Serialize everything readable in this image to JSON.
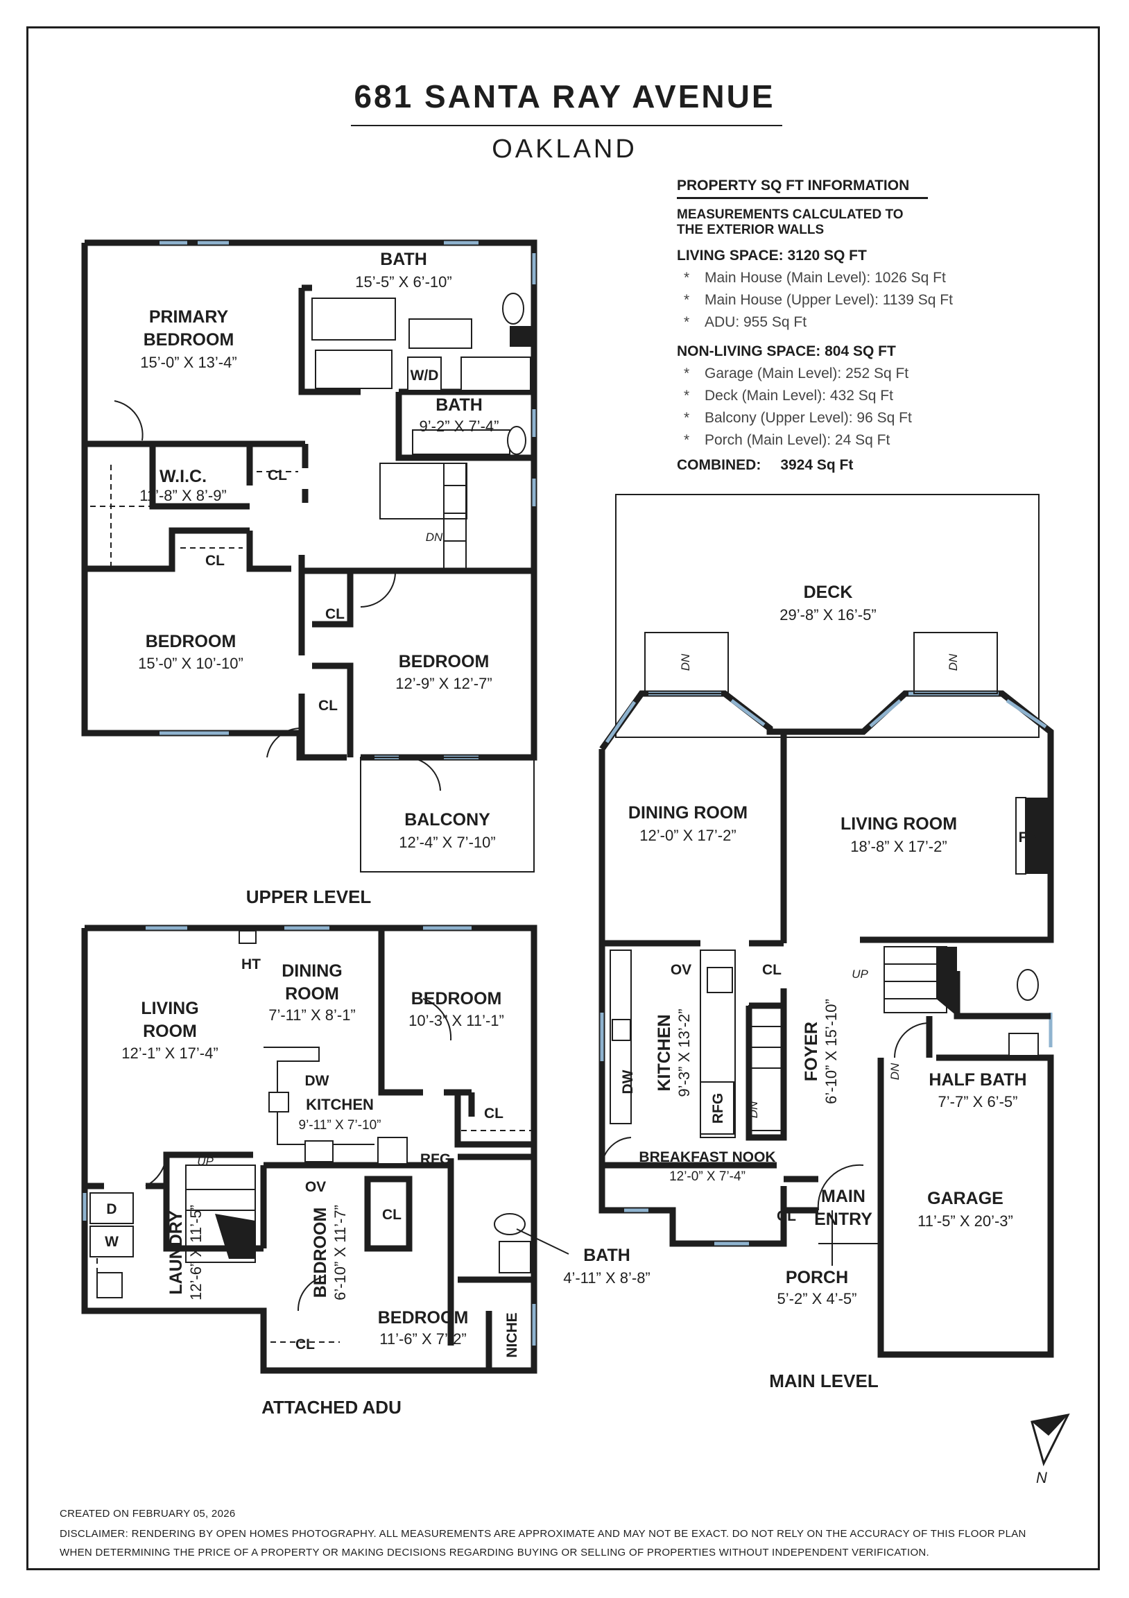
{
  "title": "681 SANTA RAY AVENUE",
  "subtitle": "OAKLAND",
  "info": {
    "heading": "PROPERTY SQ FT INFORMATION",
    "note": "MEASUREMENTS CALCULATED TO THE EXTERIOR WALLS",
    "living_heading": "LIVING SPACE: 3120 SQ FT",
    "living_items": [
      "Main House (Main Level):   1026 Sq Ft",
      "Main House (Upper Level):   1139 Sq Ft",
      "ADU:   955 Sq Ft"
    ],
    "nonliving_heading": "NON-LIVING SPACE: 804 SQ FT",
    "nonliving_items": [
      "Garage (Main Level):   252 Sq Ft",
      "Deck (Main Level):   432 Sq Ft",
      "Balcony (Upper Level):   96 Sq Ft",
      "Porch (Main Level):   24 Sq Ft"
    ],
    "combined_label": "COMBINED:",
    "combined_value": "3924  Sq Ft"
  },
  "levels": {
    "upper": "UPPER LEVEL",
    "adu": "ATTACHED ADU",
    "main": "MAIN LEVEL"
  },
  "upper_rooms": {
    "bath1_name": "BATH",
    "bath1_dim": "15’-5” X 6’-10”",
    "primary_name1": "PRIMARY",
    "primary_name2": "BEDROOM",
    "primary_dim": "15’-0” X 13’-4”",
    "wd": "W/D",
    "bath2_name": "BATH",
    "bath2_dim": "9’-2” X 7’-4”",
    "wic_name": "W.I.C.",
    "wic_dim": "11’-8” X 8’-9”",
    "cl": "CL",
    "dn": "DN",
    "bed1_name": "BEDROOM",
    "bed1_dim": "15’-0” X 10’-10”",
    "bed2_name": "BEDROOM",
    "bed2_dim": "12’-9” X 12’-7”",
    "balcony_name": "BALCONY",
    "balcony_dim": "12’-4” X 7’-10”"
  },
  "adu_rooms": {
    "ht": "HT",
    "living_name1": "LIVING",
    "living_name2": "ROOM",
    "living_dim": "12’-1” X 17’-4”",
    "dining_name1": "DINING",
    "dining_name2": "ROOM",
    "dining_dim": "7’-11” X 8’-1”",
    "bed1_name": "BEDROOM",
    "bed1_dim": "10’-3” X 11’-1”",
    "dw": "DW",
    "kitchen_name": "KITCHEN",
    "kitchen_dim": "9’-11” X 7’-10”",
    "cl": "CL",
    "rfg": "RFG",
    "ov": "OV",
    "up": "UP",
    "d": "D",
    "w": "W",
    "laundry_name": "LAUNDRY",
    "laundry_dim": "12’-6” X 11’-5”",
    "bed2_name": "BEDROOM",
    "bed2_dim": "6’-10” X 11’-7”",
    "bath_name": "BATH",
    "bath_dim": "4’-11” X 8’-8”",
    "bed3_name": "BEDROOM",
    "bed3_dim": "11’-6” X 7’-2”",
    "niche": "NICHE"
  },
  "main_rooms": {
    "deck_name": "DECK",
    "deck_dim": "29’-8” X 16’-5”",
    "dn": "DN",
    "up": "UP",
    "dining_name": "DINING ROOM",
    "dining_dim": "12’-0” X 17’-2”",
    "living_name": "LIVING ROOM",
    "living_dim": "18’-8” X 17’-2”",
    "fp": "FP",
    "ov": "OV",
    "cl": "CL",
    "dw": "DW",
    "kitchen_name": "KITCHEN",
    "kitchen_dim": "9’-3” X 13’-2”",
    "rfg": "RFG",
    "foyer_name": "FOYER",
    "foyer_dim": "6’-10” X 15’-10”",
    "halfbath_name": "HALF BATH",
    "halfbath_dim": "7’-7” X 6’-5”",
    "nook_name": "BREAKFAST NOOK",
    "nook_dim": "12’-0” X 7’-4”",
    "entry_name1": "MAIN",
    "entry_name2": "ENTRY",
    "garage_name": "GARAGE",
    "garage_dim": "11’-5” X 20’-3”",
    "porch_name": "PORCH",
    "porch_dim": "5’-2” X 4’-5”"
  },
  "compass": "N",
  "footer": {
    "created": "CREATED ON FEBRUARY 05, 2026",
    "disclaimer1": "DISCLAIMER: RENDERING BY OPEN HOMES PHOTOGRAPHY. ALL MEASUREMENTS ARE APPROXIMATE AND MAY NOT BE EXACT. DO NOT RELY ON THE ACCURACY OF THIS FLOOR PLAN",
    "disclaimer2": "WHEN DETERMINING THE PRICE OF A PROPERTY OR MAKING DECISIONS REGARDING BUYING OR SELLING OF PROPERTIES WITHOUT INDEPENDENT VERIFICATION."
  },
  "colors": {
    "ink": "#1e1e1e",
    "window": "#8fb3cf"
  }
}
